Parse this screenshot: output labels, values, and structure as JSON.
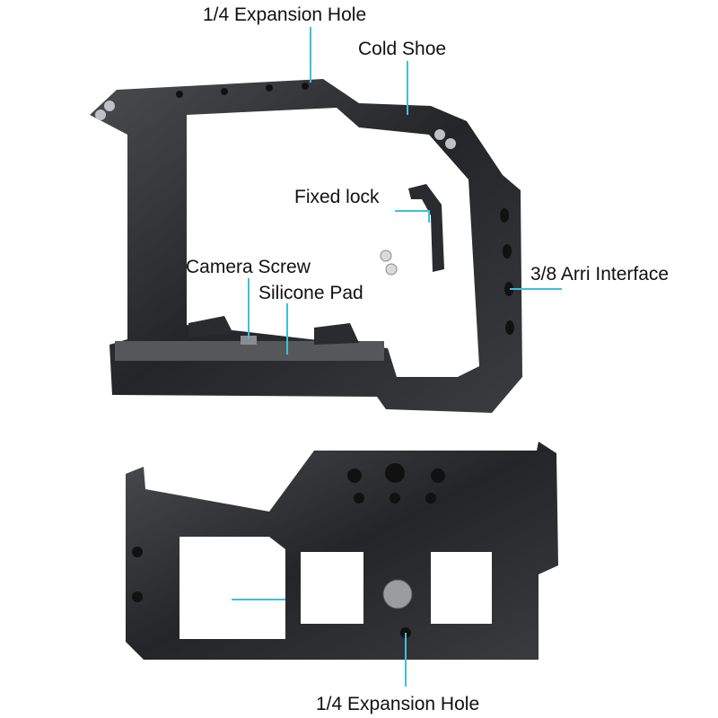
{
  "labels": {
    "top_expansion_hole": "1/4 Expansion Hole",
    "cold_shoe": "Cold Shoe",
    "fixed_lock": "Fixed lock",
    "camera_screw": "Camera Screw",
    "silicone_pad": "Silicone Pad",
    "arri_interface": "3/8 Arri Interface",
    "bottom_expansion_hole": "1/4 Expansion Hole"
  },
  "colors": {
    "leader_line": "#3fc0d8",
    "metal_dark": "#1e1f21",
    "metal_mid": "#3a3c40"
  }
}
